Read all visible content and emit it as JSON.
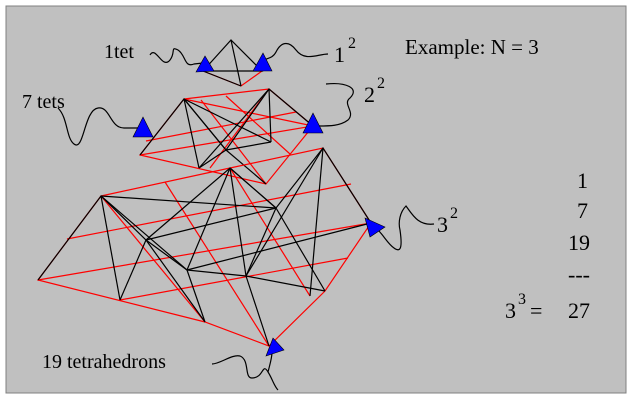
{
  "colors": {
    "page": "#ffffff",
    "panel": "#c0c0c0",
    "panel_border": "#808080",
    "black_edges": "#000000",
    "red_edges": "#ff0000",
    "arrow_fill": "#0000ff"
  },
  "labels": {
    "one_tet": "1tet",
    "seven_tets": "7 tets",
    "nineteen_tets": "19 tetrahedrons",
    "one_sq_base": "1",
    "one_sq_exp": "2",
    "two_sq_base": "2",
    "two_sq_exp": "2",
    "three_sq_base": "3",
    "three_sq_exp": "2",
    "example": "Example: N = 3"
  },
  "sum": {
    "terms": [
      "1",
      "7",
      "19"
    ],
    "rule": "---",
    "lhs_base": "3",
    "lhs_exp": "3",
    "equals": "=",
    "total": "27"
  }
}
